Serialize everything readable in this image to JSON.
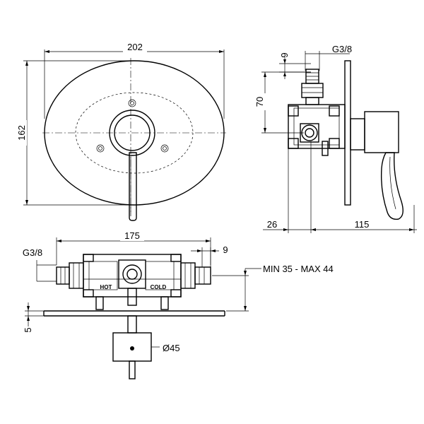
{
  "front_view": {
    "width_label": "202",
    "height_label": "162"
  },
  "side_view": {
    "top_offset_label": "9",
    "thread_label": "G3/8",
    "depth_label": "70",
    "bottom_left_label": "26",
    "bottom_right_label": "115"
  },
  "top_view": {
    "width_label": "175",
    "offset_label": "9",
    "thread_label": "G3/8",
    "range_label": "MIN 35 - MAX 44",
    "plate_label": "5",
    "diameter_label": "Ø45",
    "hot_label": "HOT",
    "cold_label": "COLD"
  }
}
